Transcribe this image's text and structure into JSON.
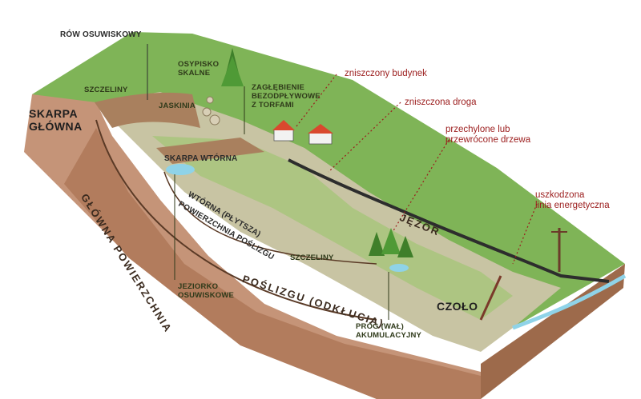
{
  "labels": {
    "row_osuwiskowy": "RÓW OSUWISKOWY",
    "szczeliny_top": "SZCZELINY",
    "osypisko": "OSYPISKO\nSKALNE",
    "jaskinia": "JASKINIA",
    "zaglebienie": "ZAGŁĘBIENIE\nBEZODPŁYWOWE\nZ TORFAMI",
    "skarpa_glowna": "SKARPA\nGŁÓWNA",
    "skarpa_wtorna": "SKARPA WTÓRNA",
    "glowna_powierzchnia_a": "GŁÓWNA POWIERZCHNIA",
    "glowna_powierzchnia_b": "POŚLIZGU (ODKŁUCIA)",
    "wtorna_powierzchnia_a": "WTÓRNA (PŁYTSZA)",
    "wtorna_powierzchnia_b": "POWIERZCHNIA POŚLIZGU",
    "szczeliny_mid": "SZCZELINY",
    "jeziorko": "JEZIORKO\nOSUWISKOWE",
    "prog": "PRÓG (WAŁ)\nAKUMULACYJNY",
    "czolo": "CZOŁO",
    "jezor": "JĘZOR",
    "zniszczony_budynek": "zniszczony budynek",
    "zniszczona_droga": "zniszczona droga",
    "przechylone_drzewa": "przechylone lub\nprzewrócone drzewa",
    "linia_energetyczna": "uszkodzona\nlinia energetyczna"
  },
  "colors": {
    "grass": "#86b85c",
    "grass_light": "#b9d98a",
    "landslide_body": "#c9c0a8",
    "soil_front": "#c08d6c",
    "soil_dark": "#8b5a3c",
    "callout_red": "#9b1c1c",
    "water": "#8fd3e8"
  }
}
